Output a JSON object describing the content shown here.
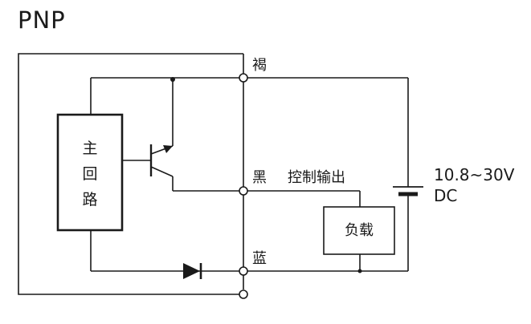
{
  "title": "PNP",
  "main_circuit": {
    "chars": [
      "主",
      "回",
      "路"
    ]
  },
  "terminals": {
    "brown": "褐",
    "black": "黑",
    "blue": "蓝"
  },
  "control_output_label": "控制输出",
  "load_label": "负载",
  "supply": {
    "voltage": "10.8~30V",
    "type": "DC"
  }
}
